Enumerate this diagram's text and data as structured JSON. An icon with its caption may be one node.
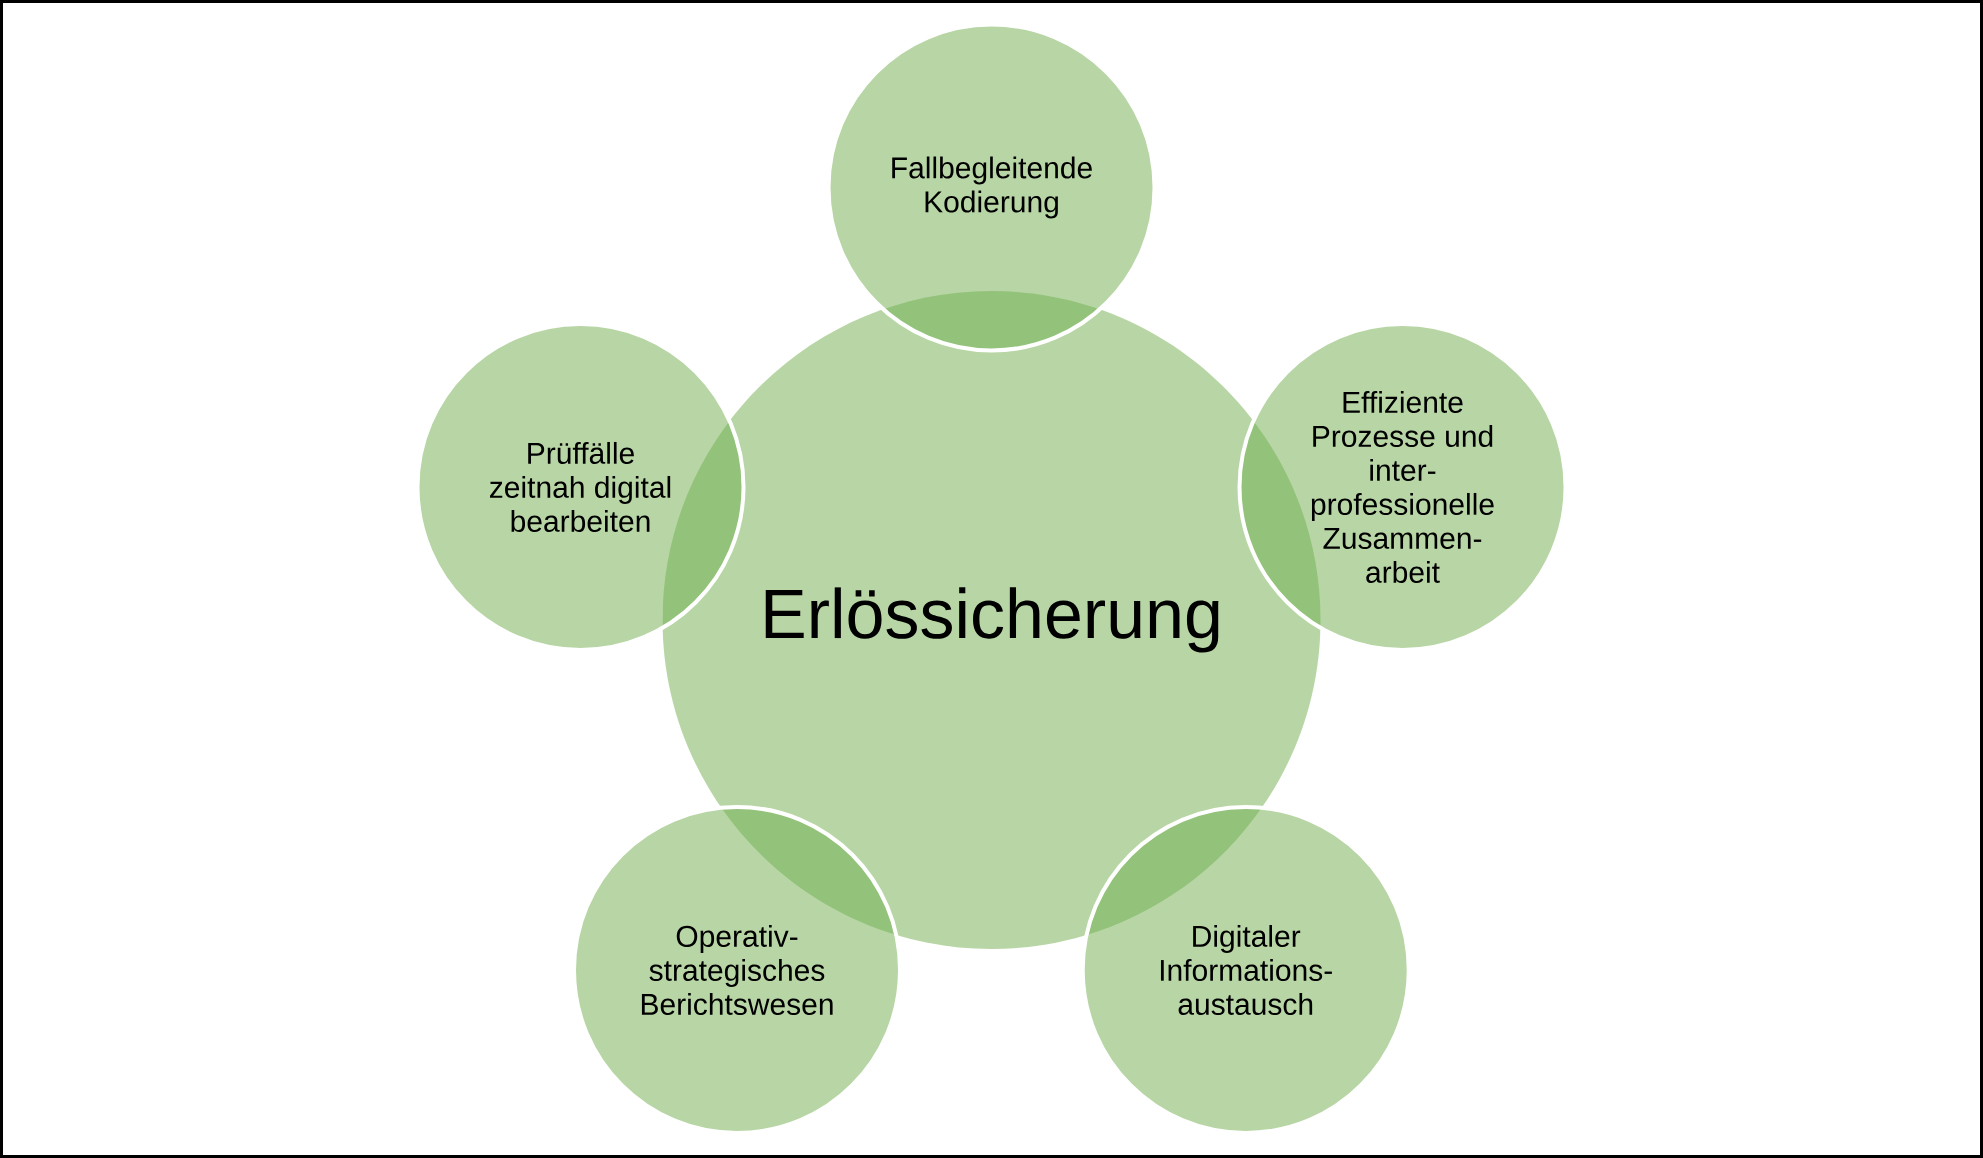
{
  "diagram": {
    "nodes": [
      {
        "text": [
          "Erlössicherung"
        ]
      },
      {
        "text": [
          "Fallbegleitende Kodierung"
        ]
      },
      {
        "text": [
          "Prüffälle zeitnah digital bearbeiten"
        ]
      },
      {
        "text": [
          "Effiziente Prozesse und inter- professionelle Zusammen- arbeit"
        ]
      },
      {
        "text": [
          "Operativ- strategisches Berichtswesen"
        ]
      },
      {
        "text": [
          "Digitaler Informations- austausch"
        ]
      }
    ]
  }
}
